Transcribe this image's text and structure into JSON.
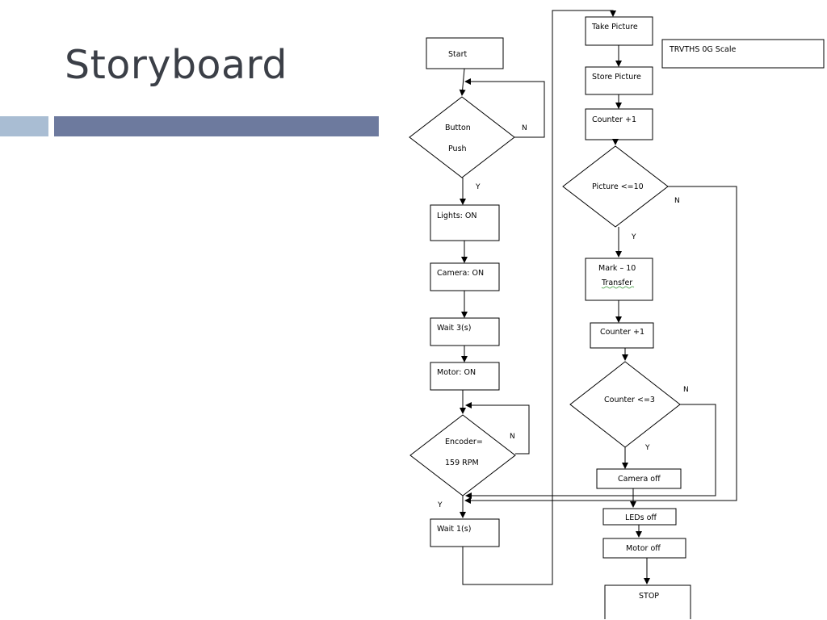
{
  "slide": {
    "title": "Storyboard",
    "colors": {
      "title": "#3b3f47",
      "bar_left": "#a9bdd3",
      "bar_right": "#6d7a9e"
    }
  },
  "flowchart": {
    "nodes": {
      "start": "Start",
      "button_push_1": "Button",
      "button_push_2": "Push",
      "lights_on": "Lights: ON",
      "camera_on": "Camera: ON",
      "wait_3s": "Wait 3(s)",
      "motor_on": "Motor: ON",
      "encoder_1": "Encoder=",
      "encoder_2": "159 RPM",
      "wait_1s": "Wait 1(s)",
      "take_picture": "Take Picture",
      "store_picture": "Store Picture",
      "counter_1": "Counter +1",
      "picture_check": "Picture <=10",
      "mark_1": "Mark – 10",
      "mark_2": "Transfer",
      "counter_2": "Counter +1",
      "counter_check": "Counter <=3",
      "camera_off": "Camera off",
      "leds_off": "LEDs off",
      "motor_off": "Motor off",
      "stop": "STOP",
      "note": "TRVTHS 0G Scale"
    },
    "edge_labels": {
      "button_no": "N",
      "button_yes": "Y",
      "encoder_no": "N",
      "encoder_yes": "Y",
      "picture_no": "N",
      "picture_yes": "Y",
      "counter_no": "N",
      "counter_yes": "Y"
    }
  }
}
